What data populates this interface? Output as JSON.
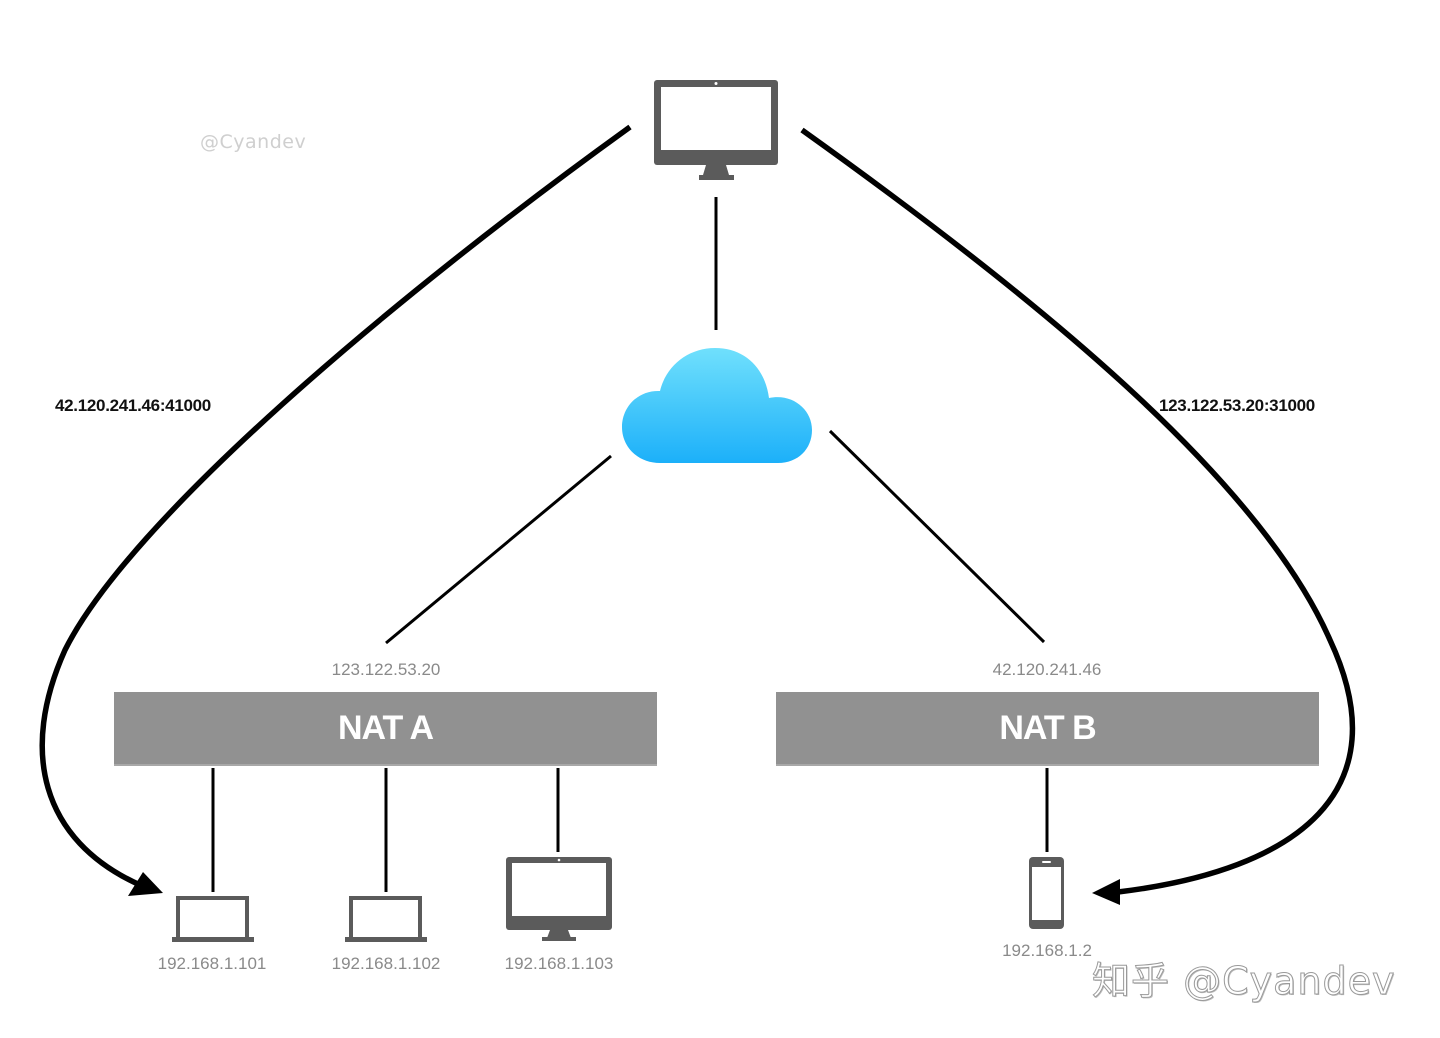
{
  "diagram": {
    "title": "NAT traversal via public server",
    "watermark_small": "@Cyandev",
    "watermark_big": "知乎 @Cyandev",
    "server": {
      "icon": "desktop-monitor-icon"
    },
    "internet": {
      "icon": "cloud-icon",
      "color_top": "#6fe0fc",
      "color_bottom": "#1eb2f9"
    },
    "routes": [
      {
        "label": "42.120.241.46:41000",
        "from": "server",
        "to": "host-192.168.1.101"
      },
      {
        "label": "123.122.53.20:31000",
        "from": "server",
        "to": "host-192.168.1.2"
      }
    ],
    "nats": [
      {
        "name": "NAT A",
        "public_ip": "123.122.53.20",
        "hosts": [
          {
            "ip": "192.168.1.101",
            "icon": "laptop-icon"
          },
          {
            "ip": "192.168.1.102",
            "icon": "laptop-icon"
          },
          {
            "ip": "192.168.1.103",
            "icon": "desktop-monitor-icon"
          }
        ]
      },
      {
        "name": "NAT B",
        "public_ip": "42.120.241.46",
        "hosts": [
          {
            "ip": "192.168.1.2",
            "icon": "smartphone-icon"
          }
        ]
      }
    ],
    "colors": {
      "device": "#5b5b5b",
      "nat_fill": "#919191",
      "line": "#000000",
      "ip_text": "#8a8a8a"
    }
  }
}
